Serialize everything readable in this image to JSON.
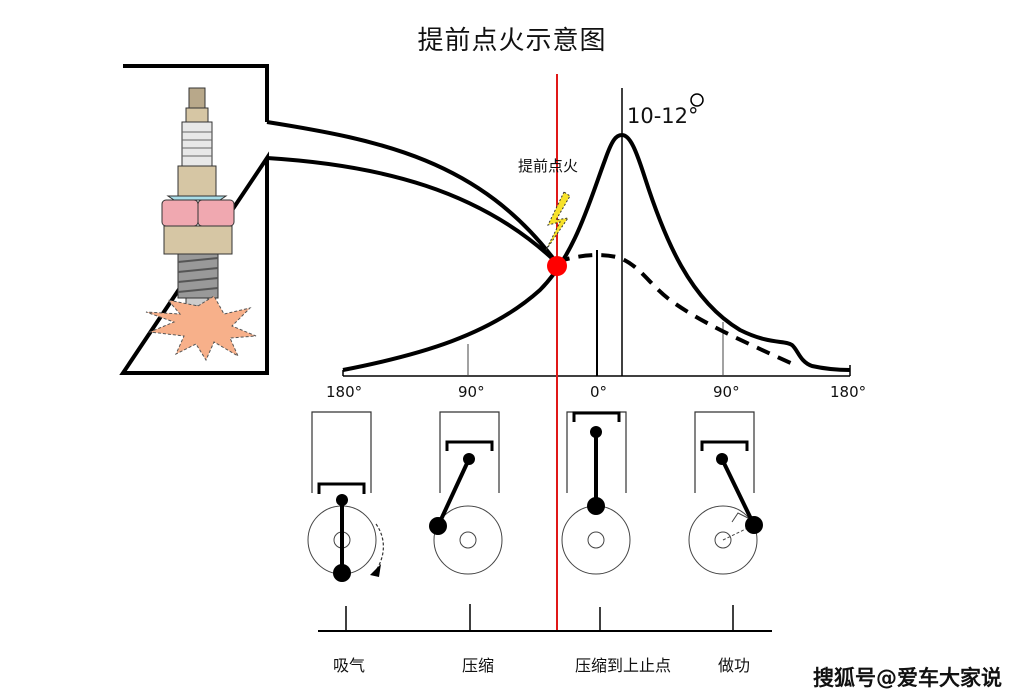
{
  "title": "提前点火示意图",
  "annotation_ignition": "提前点火",
  "annotation_angle": "10-12°",
  "axis_ticks": [
    "180°",
    "90°",
    "0°",
    "90°",
    "180°"
  ],
  "strokes": [
    {
      "label": "吸气"
    },
    {
      "label": "压缩"
    },
    {
      "label": "压缩到上止点"
    },
    {
      "label": "做功"
    }
  ],
  "watermark": "搜狐号@爱车大家说",
  "colors": {
    "curve": "#000000",
    "ignition_line": "#e01818",
    "ignition_dot": "#ff0000",
    "spark_bolt": "#f7e22a",
    "spark_plug_hex": "#f0a8b0",
    "spark_plug_body": "#d6c6a4",
    "spark_plug_collar": "#a8dde8",
    "explosion": "#f7b08a"
  }
}
